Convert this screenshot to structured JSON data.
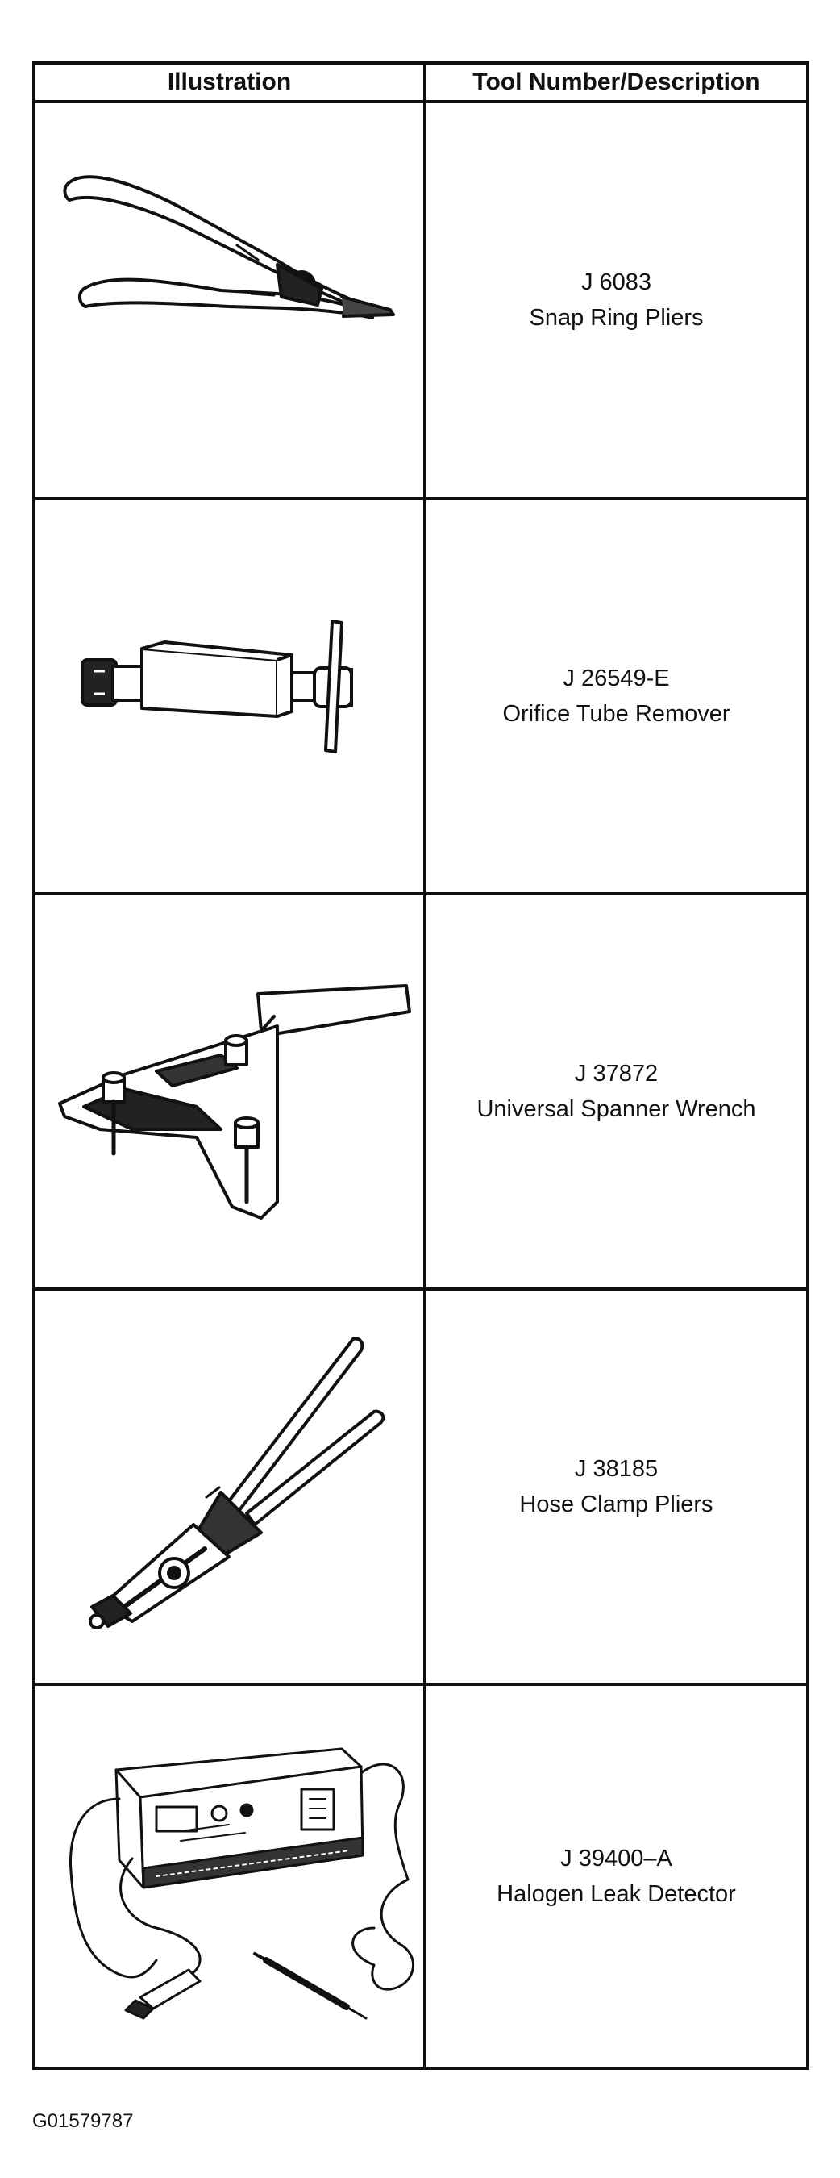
{
  "table": {
    "headers": {
      "illustration": "Illustration",
      "description": "Tool Number/Description"
    },
    "rows": [
      {
        "tool_number": "J 6083",
        "description": "Snap Ring Pliers",
        "icon": "snap-ring-pliers-icon"
      },
      {
        "tool_number": "J 26549-E",
        "description": "Orifice Tube Remover",
        "icon": "orifice-tube-remover-icon"
      },
      {
        "tool_number": "J 37872",
        "description": "Universal Spanner Wrench",
        "icon": "spanner-wrench-icon"
      },
      {
        "tool_number": "J 38185",
        "description": "Hose Clamp Pliers",
        "icon": "hose-clamp-pliers-icon"
      },
      {
        "tool_number": "J 39400–A",
        "description": "Halogen Leak Detector",
        "icon": "halogen-leak-detector-icon"
      }
    ]
  },
  "figure_id": "G01579787",
  "colors": {
    "line": "#111111",
    "background": "#ffffff"
  }
}
